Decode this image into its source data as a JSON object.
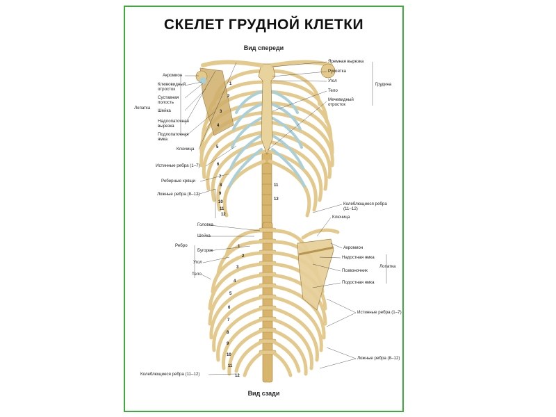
{
  "poster": {
    "title": "СКЕЛЕТ ГРУДНОЙ КЛЕТКИ",
    "front_view": {
      "subtitle": "Вид спереди",
      "left_labels": {
        "akromion": "Акромион",
        "klyuvovidny": "Клювовидный отросток",
        "sustavnaya": "Суставная полость",
        "sheyka": "Шейка",
        "lopatka": "Лопатка",
        "nadlopatochnaya": "Надлопаточная вырезка",
        "podlopatochnaya": "Подлопаточная ямка",
        "klyuchitsa": "Ключица",
        "istinnye": "Истинные ребра (1–7)",
        "rebernye_hryashchi": "Реберные хрящи",
        "lozhnye": "Ложные ребра (8–12)"
      },
      "right_labels": {
        "yaremnaya": "Яремная вырезка",
        "rukoyatka": "Рукоятка",
        "ugol": "Угол",
        "telo": "Тело",
        "mechevidny": "Мечевидный отросток",
        "grudina": "Грудина",
        "koleblyushchiesya": "Колеблющиеся ребра (11–12)"
      },
      "rib_numbers": [
        "1",
        "2",
        "3",
        "4",
        "5",
        "6",
        "7",
        "8",
        "9",
        "10",
        "11",
        "12"
      ],
      "inner_numbers": [
        "11",
        "12"
      ]
    },
    "back_view": {
      "subtitle": "Вид сзади",
      "left_labels": {
        "golova": "Головка",
        "sheyka": "Шейка",
        "rebro": "Ребро",
        "bugorok": "Бугорок",
        "ugol": "Угол",
        "telo": "Тело",
        "koleblyushchiesya": "Колеблющиеся ребра (11–12)"
      },
      "right_labels": {
        "klyuchitsa": "Ключица",
        "akromion": "Акромион",
        "nadostnaya": "Надостная ямка",
        "lopatka": "Лопатка",
        "pozvonochnik": "Позвоночник",
        "podostnaya": "Подостная ямка",
        "istinnye": "Истинные ребра (1–7)",
        "lozhnye": "Ложные ребра (8–12)"
      },
      "rib_numbers": [
        "1",
        "2",
        "3",
        "4",
        "5",
        "6",
        "7",
        "8",
        "9",
        "10",
        "11",
        "12"
      ]
    },
    "colors": {
      "border": "#3cab3c",
      "bone": "#e3c98c",
      "bone_dark": "#b8954e",
      "cartilage": "#a9cfd8",
      "spine": "#d8b56c"
    }
  }
}
